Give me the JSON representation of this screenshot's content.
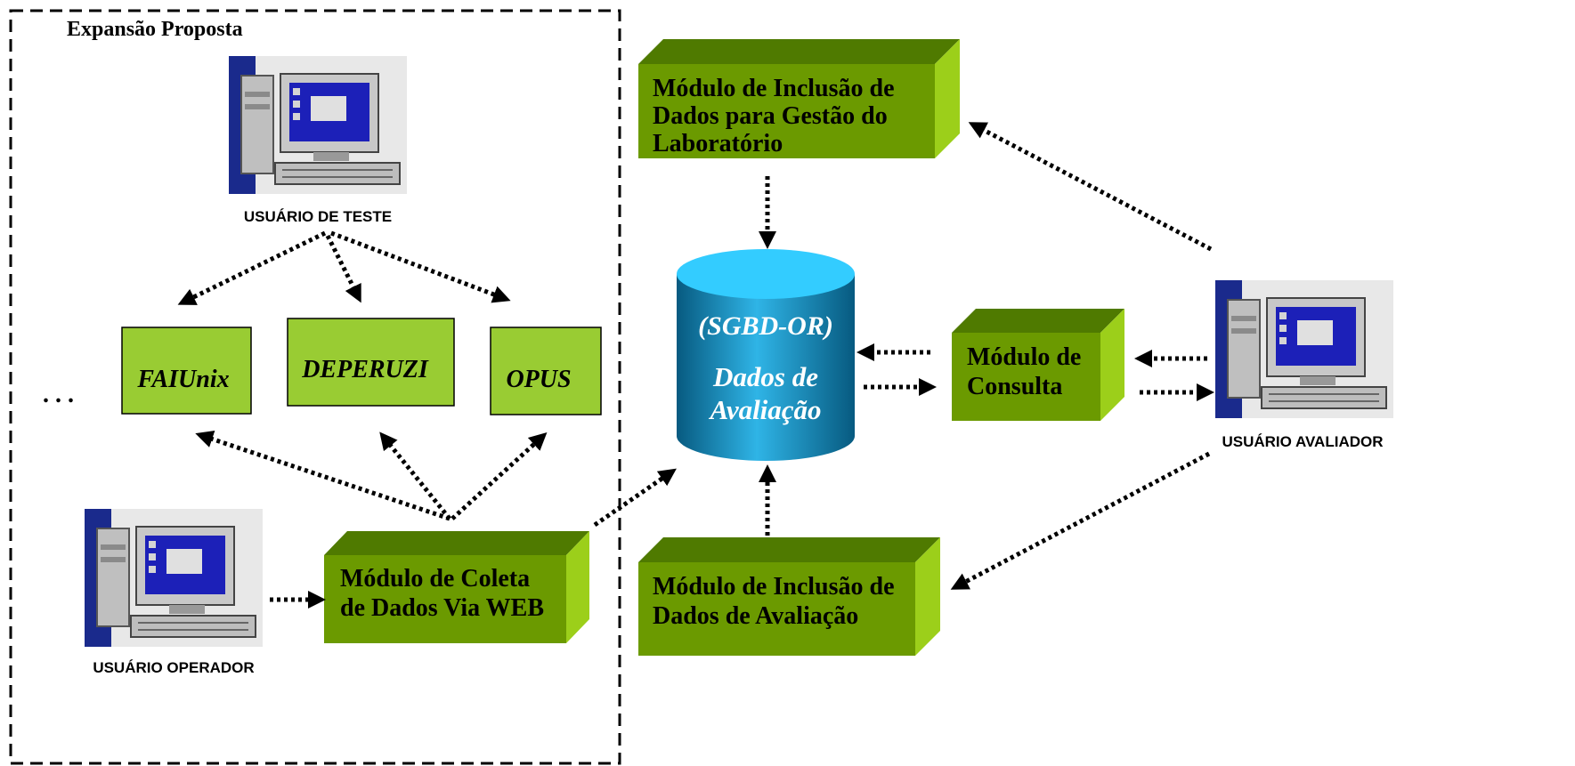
{
  "region": {
    "title": "Expansão Proposta"
  },
  "users": {
    "teste": "USUÁRIO DE TESTE",
    "operador": "USUÁRIO OPERADOR",
    "avaliador": "USUÁRIO AVALIADOR"
  },
  "tools": {
    "faiunix": "FAIUnix",
    "deperuzi": "DEPERUZI",
    "opus": "OPUS",
    "ellipsis": ". . ."
  },
  "modules": {
    "gestao": [
      "Módulo de Inclusão de",
      "Dados para Gestão do",
      "Laboratório"
    ],
    "coleta": [
      "Módulo de Coleta",
      "de Dados Via WEB"
    ],
    "consulta": [
      "Módulo de",
      "Consulta"
    ],
    "avaliacao": [
      "Módulo de Inclusão de",
      "Dados de Avaliação"
    ]
  },
  "database": {
    "line1": "(SGBD-OR)",
    "line2": "Dados de",
    "line3": "Avaliação"
  },
  "colors": {
    "box_front": "#6b9a00",
    "box_top": "#4f7a00",
    "box_side": "#9ccf1a",
    "tool_fill": "#99cc33",
    "db_top": "#33ccff",
    "db_body": "#0a7fae"
  }
}
